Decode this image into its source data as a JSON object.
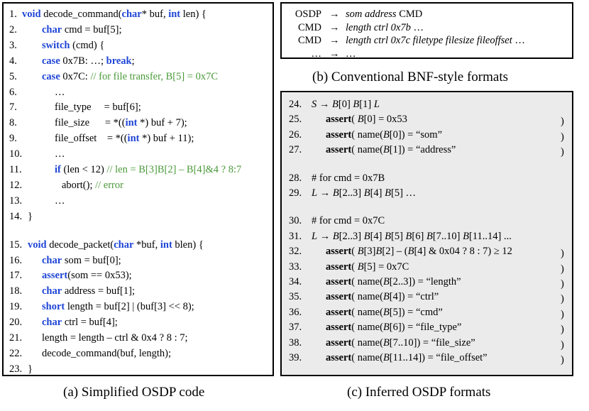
{
  "code": {
    "lines": [
      {
        "n": "1.",
        "parts": [
          {
            "t": "void",
            "c": "kw"
          },
          {
            "t": " decode_command("
          },
          {
            "t": "char",
            "c": "kw"
          },
          {
            "t": "* buf, "
          },
          {
            "t": "int",
            "c": "kw"
          },
          {
            "t": " len) {"
          }
        ]
      },
      {
        "n": "2.",
        "indent": 1,
        "parts": [
          {
            "t": "char",
            "c": "kw"
          },
          {
            "t": " cmd = buf[5];"
          }
        ]
      },
      {
        "n": "3.",
        "indent": 1,
        "parts": [
          {
            "t": "switch",
            "c": "kw"
          },
          {
            "t": " (cmd) {"
          }
        ]
      },
      {
        "n": "4.",
        "indent": 1,
        "parts": [
          {
            "t": "case",
            "c": "kw"
          },
          {
            "t": " 0x7B: …; "
          },
          {
            "t": "break",
            "c": "kw"
          },
          {
            "t": ";"
          }
        ]
      },
      {
        "n": "5.",
        "indent": 1,
        "parts": [
          {
            "t": "case",
            "c": "kw"
          },
          {
            "t": " 0x7C: "
          },
          {
            "t": "// for file transfer, B[5] = 0x7C",
            "c": "cm"
          }
        ]
      },
      {
        "n": "6.",
        "indent": 2,
        "parts": [
          {
            "t": "…"
          }
        ]
      },
      {
        "n": "7.",
        "indent": 2,
        "parts": [
          {
            "t": "file_type     = buf[6];"
          }
        ]
      },
      {
        "n": "8.",
        "indent": 2,
        "parts": [
          {
            "t": "file_size      = *(("
          },
          {
            "t": "int",
            "c": "kw"
          },
          {
            "t": " *) buf + 7);"
          }
        ]
      },
      {
        "n": "9.",
        "indent": 2,
        "parts": [
          {
            "t": "file_offset    = *(("
          },
          {
            "t": "int",
            "c": "kw"
          },
          {
            "t": " *) buf + 11);"
          }
        ]
      },
      {
        "n": "10.",
        "indent": 2,
        "parts": [
          {
            "t": "…"
          }
        ]
      },
      {
        "n": "11.",
        "indent": 2,
        "parts": [
          {
            "t": "if",
            "c": "kw"
          },
          {
            "t": " (len < 12) "
          },
          {
            "t": "// len = B[3]B[2] – B[4]&4 ? 8:7",
            "c": "cm"
          }
        ]
      },
      {
        "n": "12.",
        "indent": 3,
        "parts": [
          {
            "t": "abort(); "
          },
          {
            "t": "// error",
            "c": "cm"
          }
        ]
      },
      {
        "n": "13.",
        "indent": 2,
        "parts": [
          {
            "t": "…"
          }
        ]
      },
      {
        "n": "14.",
        "indent": 0,
        "parts": [
          {
            "t": "}"
          }
        ]
      },
      {
        "n": "15.",
        "gap": true,
        "parts": [
          {
            "t": "void",
            "c": "kw"
          },
          {
            "t": " decode_packet("
          },
          {
            "t": "char",
            "c": "kw"
          },
          {
            "t": " *buf, "
          },
          {
            "t": "int",
            "c": "kw"
          },
          {
            "t": " blen) {"
          }
        ]
      },
      {
        "n": "16.",
        "indent": 1,
        "parts": [
          {
            "t": "char",
            "c": "kw"
          },
          {
            "t": " som = buf[0];"
          }
        ]
      },
      {
        "n": "17.",
        "indent": 1,
        "parts": [
          {
            "t": "assert",
            "c": "kw"
          },
          {
            "t": "(som == 0x53);"
          }
        ]
      },
      {
        "n": "18.",
        "indent": 1,
        "parts": [
          {
            "t": "char",
            "c": "kw"
          },
          {
            "t": " address = buf[1];"
          }
        ]
      },
      {
        "n": "19.",
        "indent": 1,
        "parts": [
          {
            "t": "short",
            "c": "kw"
          },
          {
            "t": " length = buf[2] | (buf[3] << 8);"
          }
        ]
      },
      {
        "n": "20.",
        "indent": 1,
        "parts": [
          {
            "t": "char",
            "c": "kw"
          },
          {
            "t": " ctrl = buf[4];"
          }
        ]
      },
      {
        "n": "21.",
        "indent": 1,
        "parts": [
          {
            "t": "length = length – ctrl & 0x4 ? 8 : 7;"
          }
        ]
      },
      {
        "n": "22.",
        "indent": 1,
        "parts": [
          {
            "t": "decode_command(buf, length);"
          }
        ]
      },
      {
        "n": "23.",
        "indent": 0,
        "parts": [
          {
            "t": "}"
          }
        ]
      }
    ]
  },
  "bnf": {
    "rows": [
      {
        "lhs": "OSDP",
        "arrow": "→",
        "rhs": [
          {
            "t": "som address",
            "c": "ital"
          },
          {
            "t": " CMD"
          }
        ]
      },
      {
        "lhs": "CMD",
        "arrow": "→",
        "rhs": [
          {
            "t": "length ctrl 0x7b",
            "c": "ital"
          },
          {
            "t": " …"
          }
        ]
      },
      {
        "lhs": "CMD",
        "arrow": "→",
        "rhs": [
          {
            "t": "length ctrl 0x7c filetype filesize fileoffset",
            "c": "ital"
          },
          {
            "t": " …"
          }
        ]
      },
      {
        "lhs": "…",
        "arrow": "→",
        "rhs": [
          {
            "t": "…"
          }
        ]
      }
    ]
  },
  "inferred": {
    "lines": [
      {
        "n": "24.",
        "parts": [
          {
            "t": "S",
            "c": "ital"
          },
          {
            "t": " → "
          },
          {
            "t": "B",
            "c": "ital"
          },
          {
            "t": "[0] "
          },
          {
            "t": "B",
            "c": "ital"
          },
          {
            "t": "[1] "
          },
          {
            "t": "L",
            "c": "ital"
          }
        ]
      },
      {
        "n": "25.",
        "indent": 1,
        "paren": ")",
        "parts": [
          {
            "t": "assert",
            "c": "bold"
          },
          {
            "t": "( "
          },
          {
            "t": "B",
            "c": "ital"
          },
          {
            "t": "[0] = 0x53"
          }
        ]
      },
      {
        "n": "26.",
        "indent": 1,
        "paren": ")",
        "parts": [
          {
            "t": "assert",
            "c": "bold"
          },
          {
            "t": "( name("
          },
          {
            "t": "B",
            "c": "ital"
          },
          {
            "t": "[0]) = “som”"
          }
        ]
      },
      {
        "n": "27.",
        "indent": 1,
        "paren": ")",
        "parts": [
          {
            "t": "assert",
            "c": "bold"
          },
          {
            "t": "( name("
          },
          {
            "t": "B",
            "c": "ital"
          },
          {
            "t": "[1]) = “address”"
          }
        ]
      },
      {
        "n": "28.",
        "gap": true,
        "parts": [
          {
            "t": "# for cmd = 0x7B"
          }
        ]
      },
      {
        "n": "29.",
        "parts": [
          {
            "t": "L",
            "c": "ital"
          },
          {
            "t": " → "
          },
          {
            "t": "B",
            "c": "ital"
          },
          {
            "t": "[2..3] "
          },
          {
            "t": "B",
            "c": "ital"
          },
          {
            "t": "[4] "
          },
          {
            "t": "B",
            "c": "ital"
          },
          {
            "t": "[5] …"
          }
        ]
      },
      {
        "n": "30.",
        "gap": true,
        "parts": [
          {
            "t": "# for cmd = 0x7C"
          }
        ]
      },
      {
        "n": "31.",
        "parts": [
          {
            "t": "L",
            "c": "ital"
          },
          {
            "t": " → "
          },
          {
            "t": "B",
            "c": "ital"
          },
          {
            "t": "[2..3] "
          },
          {
            "t": "B",
            "c": "ital"
          },
          {
            "t": "[4] "
          },
          {
            "t": "B",
            "c": "ital"
          },
          {
            "t": "[5] "
          },
          {
            "t": "B",
            "c": "ital"
          },
          {
            "t": "[6] "
          },
          {
            "t": "B",
            "c": "ital"
          },
          {
            "t": "[7..10] "
          },
          {
            "t": "B",
            "c": "ital"
          },
          {
            "t": "[11..14] ..."
          }
        ]
      },
      {
        "n": "32.",
        "indent": 1,
        "paren": ")",
        "parts": [
          {
            "t": "assert",
            "c": "bold"
          },
          {
            "t": "( "
          },
          {
            "t": "B",
            "c": "ital"
          },
          {
            "t": "[3]"
          },
          {
            "t": "B",
            "c": "ital"
          },
          {
            "t": "[2] – ("
          },
          {
            "t": "B",
            "c": "ital"
          },
          {
            "t": "[4] & 0x04 ? 8 : 7) ≥ 12"
          }
        ]
      },
      {
        "n": "33.",
        "indent": 1,
        "paren": ")",
        "parts": [
          {
            "t": "assert",
            "c": "bold"
          },
          {
            "t": "( "
          },
          {
            "t": "B",
            "c": "ital"
          },
          {
            "t": "[5] = 0x7C"
          }
        ]
      },
      {
        "n": "34.",
        "indent": 1,
        "paren": ")",
        "parts": [
          {
            "t": "assert",
            "c": "bold"
          },
          {
            "t": "( name("
          },
          {
            "t": "B",
            "c": "ital"
          },
          {
            "t": "[2..3]) = “length”"
          }
        ]
      },
      {
        "n": "35.",
        "indent": 1,
        "paren": ")",
        "parts": [
          {
            "t": "assert",
            "c": "bold"
          },
          {
            "t": "( name("
          },
          {
            "t": "B",
            "c": "ital"
          },
          {
            "t": "[4]) = “ctrl”"
          }
        ]
      },
      {
        "n": "36.",
        "indent": 1,
        "paren": ")",
        "parts": [
          {
            "t": "assert",
            "c": "bold"
          },
          {
            "t": "( name("
          },
          {
            "t": "B",
            "c": "ital"
          },
          {
            "t": "[5]) = “cmd”"
          }
        ]
      },
      {
        "n": "37.",
        "indent": 1,
        "paren": ")",
        "parts": [
          {
            "t": "assert",
            "c": "bold"
          },
          {
            "t": "( name("
          },
          {
            "t": "B",
            "c": "ital"
          },
          {
            "t": "[6]) = “file_type”"
          }
        ]
      },
      {
        "n": "38.",
        "indent": 1,
        "paren": ")",
        "parts": [
          {
            "t": "assert",
            "c": "bold"
          },
          {
            "t": "( name("
          },
          {
            "t": "B",
            "c": "ital"
          },
          {
            "t": "[7..10]) = “file_size”"
          }
        ]
      },
      {
        "n": "39.",
        "indent": 1,
        "paren": ")",
        "parts": [
          {
            "t": "assert",
            "c": "bold"
          },
          {
            "t": "( name("
          },
          {
            "t": "B",
            "c": "ital"
          },
          {
            "t": "[11..14]) = “file_offset”"
          }
        ]
      }
    ]
  },
  "captions": {
    "a": "(a) Simplified OSDP code",
    "b": "(b) Conventional BNF-style formats",
    "c": "(c) Inferred OSDP formats"
  }
}
